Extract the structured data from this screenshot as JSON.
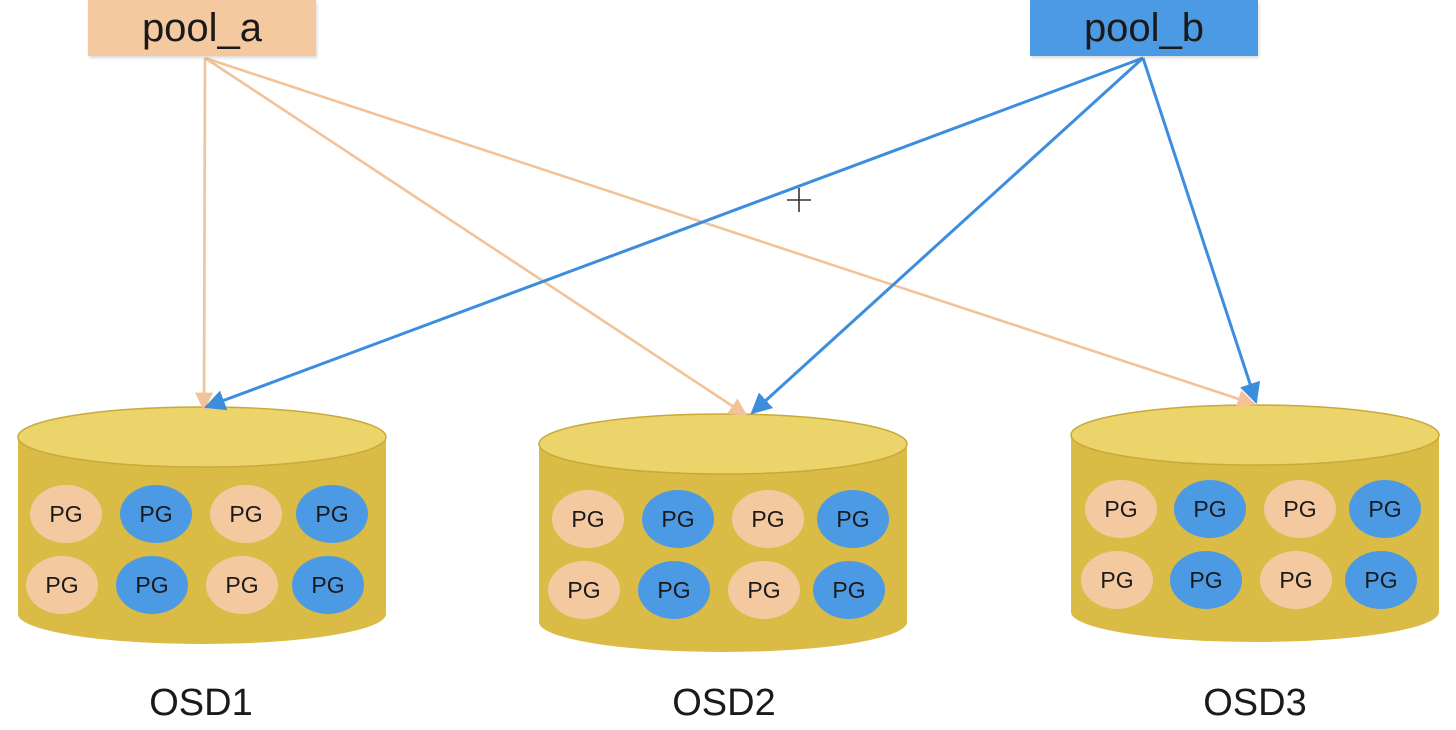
{
  "pools": [
    {
      "id": "pool_a",
      "label": "pool_a",
      "color": "#f5c9a0",
      "line_color": "#f2c298"
    },
    {
      "id": "pool_b",
      "label": "pool_b",
      "color": "#4d9ae4",
      "line_color": "#3d8ddf"
    }
  ],
  "osds": [
    {
      "label": "OSD1",
      "pgs": [
        {
          "label": "PG",
          "pool": "pool_a"
        },
        {
          "label": "PG",
          "pool": "pool_b"
        },
        {
          "label": "PG",
          "pool": "pool_a"
        },
        {
          "label": "PG",
          "pool": "pool_b"
        },
        {
          "label": "PG",
          "pool": "pool_a"
        },
        {
          "label": "PG",
          "pool": "pool_b"
        },
        {
          "label": "PG",
          "pool": "pool_a"
        },
        {
          "label": "PG",
          "pool": "pool_b"
        }
      ]
    },
    {
      "label": "OSD2",
      "pgs": [
        {
          "label": "PG",
          "pool": "pool_a"
        },
        {
          "label": "PG",
          "pool": "pool_b"
        },
        {
          "label": "PG",
          "pool": "pool_a"
        },
        {
          "label": "PG",
          "pool": "pool_b"
        },
        {
          "label": "PG",
          "pool": "pool_a"
        },
        {
          "label": "PG",
          "pool": "pool_b"
        },
        {
          "label": "PG",
          "pool": "pool_a"
        },
        {
          "label": "PG",
          "pool": "pool_b"
        }
      ]
    },
    {
      "label": "OSD3",
      "pgs": [
        {
          "label": "PG",
          "pool": "pool_a"
        },
        {
          "label": "PG",
          "pool": "pool_b"
        },
        {
          "label": "PG",
          "pool": "pool_a"
        },
        {
          "label": "PG",
          "pool": "pool_b"
        },
        {
          "label": "PG",
          "pool": "pool_a"
        },
        {
          "label": "PG",
          "pool": "pool_b"
        },
        {
          "label": "PG",
          "pool": "pool_a"
        },
        {
          "label": "PG",
          "pool": "pool_b"
        }
      ]
    }
  ],
  "edges": [
    {
      "from": "pool_a",
      "to": "OSD1"
    },
    {
      "from": "pool_a",
      "to": "OSD2"
    },
    {
      "from": "pool_a",
      "to": "OSD3"
    },
    {
      "from": "pool_b",
      "to": "OSD1"
    },
    {
      "from": "pool_b",
      "to": "OSD2"
    },
    {
      "from": "pool_b",
      "to": "OSD3"
    }
  ],
  "cylinder_colors": {
    "top": "#ebd46a",
    "body": "#d9bb45",
    "edge": "#c9a93a"
  },
  "cursor_icon": "crosshair-cursor-icon"
}
